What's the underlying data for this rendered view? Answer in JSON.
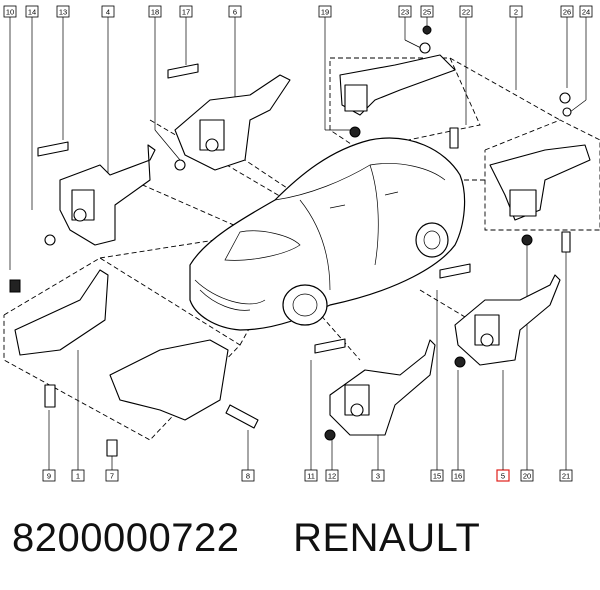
{
  "labels": {
    "top": [
      {
        "num": "10"
      },
      {
        "num": "14"
      },
      {
        "num": "13"
      },
      {
        "num": "4"
      },
      {
        "num": "18"
      },
      {
        "num": "17"
      },
      {
        "num": "6"
      },
      {
        "num": "19"
      },
      {
        "num": "23"
      },
      {
        "num": "25"
      },
      {
        "num": "22"
      },
      {
        "num": "2"
      },
      {
        "num": "26"
      },
      {
        "num": "24"
      }
    ],
    "bottom": [
      {
        "num": "9"
      },
      {
        "num": "1"
      },
      {
        "num": "7"
      },
      {
        "num": "8"
      },
      {
        "num": "11"
      },
      {
        "num": "12"
      },
      {
        "num": "3"
      },
      {
        "num": "15"
      },
      {
        "num": "16"
      },
      {
        "num": "5",
        "highlight": true
      },
      {
        "num": "20"
      },
      {
        "num": "21"
      }
    ]
  },
  "caption": {
    "part_number": "8200000722",
    "brand": "RENAULT"
  }
}
